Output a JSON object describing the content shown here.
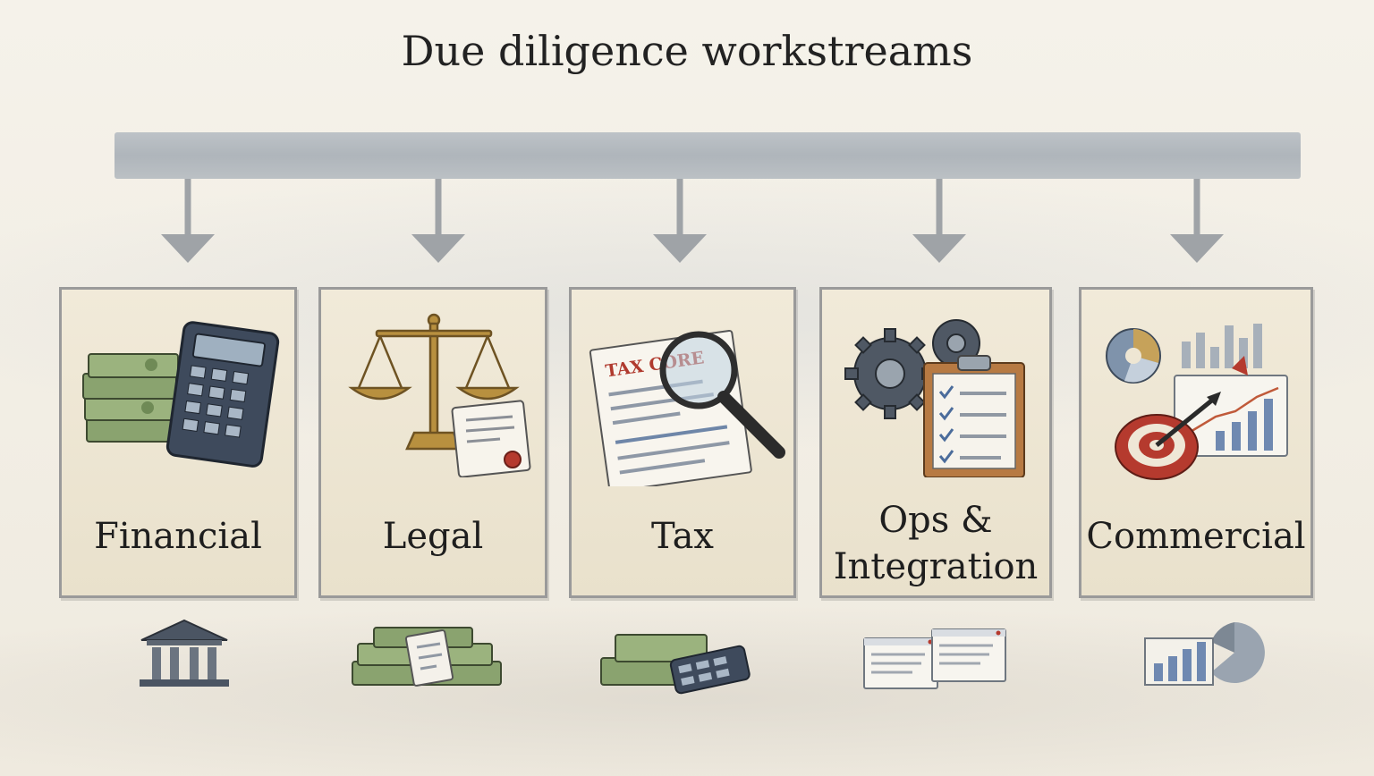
{
  "title": "Due diligence workstreams",
  "workstreams": [
    {
      "label_lines": [
        "Financial"
      ],
      "icon": "calculator-cash-icon",
      "footer_icon": "bank-building-icon"
    },
    {
      "label_lines": [
        "Legal"
      ],
      "icon": "scales-contract-icon",
      "footer_icon": "cash-stack-document-icon"
    },
    {
      "label_lines": [
        "Tax"
      ],
      "icon": "tax-form-magnifier-icon",
      "tax_form_text": "TAX CORE",
      "footer_icon": "cash-calculator-icon"
    },
    {
      "label_lines": [
        "Ops &",
        "Integration"
      ],
      "icon": "gears-checklist-icon",
      "footer_icon": "connected-windows-icon"
    },
    {
      "label_lines": [
        "Commercial"
      ],
      "icon": "target-growth-chart-icon",
      "footer_icon": "bar-pie-chart-icon"
    }
  ],
  "colors": {
    "bar": "#aab1b8",
    "arrow": "#9fa3a7",
    "card_border": "#9a9a9a",
    "card_fill": "#eee6d3",
    "money": "#8aa36f",
    "calculator": "#3e4a5c",
    "brass": "#b8903f",
    "target_red": "#b53a2e",
    "tax_red": "#b03a2e",
    "clipboard": "#b77a43"
  }
}
